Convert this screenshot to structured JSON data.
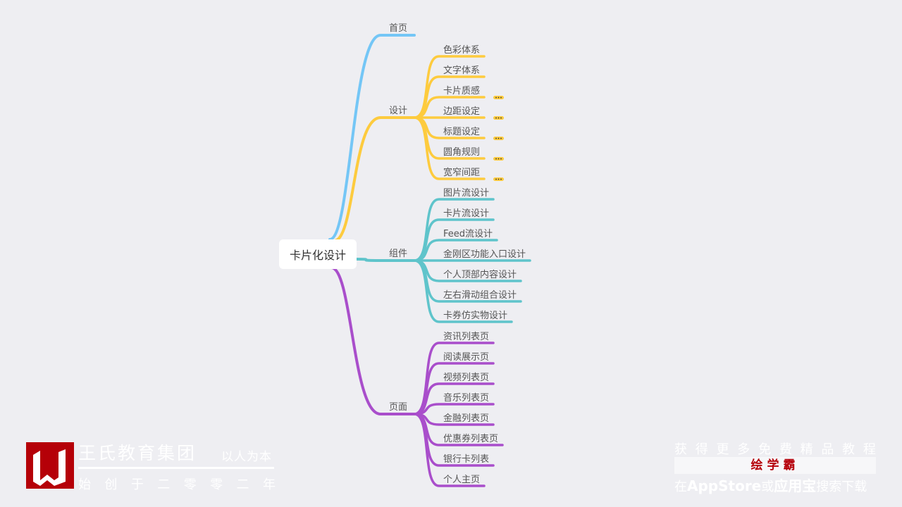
{
  "root": "卡片化设计",
  "branches": [
    {
      "label": "首页",
      "color": "#74c6f6",
      "children": []
    },
    {
      "label": "设计",
      "color": "#fdcb3e",
      "children": [
        "色彩体系",
        "文字体系",
        "卡片质感",
        "边距设定",
        "标题设定",
        "圆角规则",
        "宽窄间距"
      ],
      "collapsed": [
        false,
        false,
        true,
        true,
        true,
        true,
        true
      ]
    },
    {
      "label": "组件",
      "color": "#5fc4cb",
      "children": [
        "图片流设计",
        "卡片流设计",
        "Feed流设计",
        "金刚区功能入口设计",
        "个人顶部内容设计",
        "左右滑动组合设计",
        "卡券仿实物设计"
      ]
    },
    {
      "label": "页面",
      "color": "#a94ecb",
      "children": [
        "资讯列表页",
        "阅读展示页",
        "视频列表页",
        "音乐列表页",
        "金融列表页",
        "优惠券列表页",
        "银行卡列表",
        "个人主页"
      ]
    }
  ],
  "watermark": {
    "brand": "王氏教育集团",
    "motto": "以人为本",
    "since": [
      "始",
      "创",
      "于",
      "二",
      "零",
      "零",
      "二",
      "年"
    ],
    "promo_line1": [
      "获",
      "得",
      "更",
      "多",
      "免",
      "费",
      "精",
      "品",
      "教",
      "程"
    ],
    "promo_app": "绘学霸",
    "promo_line3_a": "在",
    "promo_line3_b": "AppStore",
    "promo_line3_c": "或",
    "promo_line3_d": "应用宝",
    "promo_line3_e": "搜索下载",
    "brand_color": "#b50008"
  }
}
